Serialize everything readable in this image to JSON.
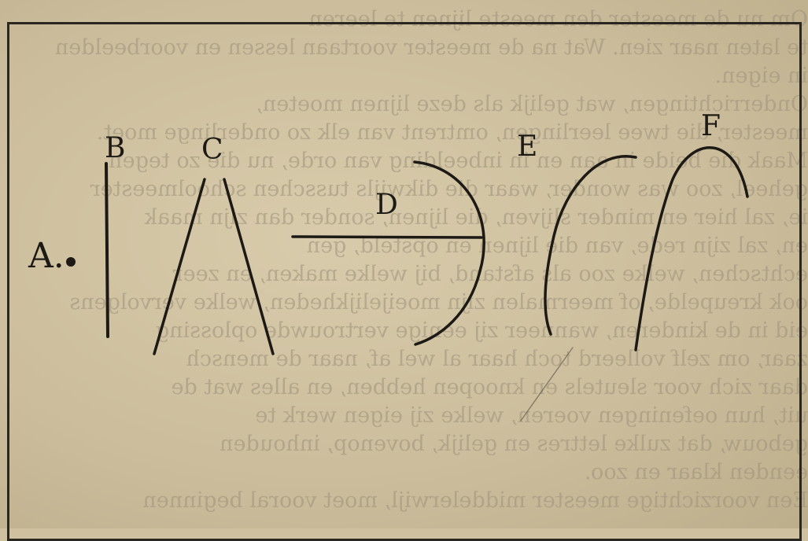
{
  "figure": {
    "labels": {
      "A": "A.",
      "B": "B",
      "C": "C",
      "D": "D",
      "E": "E",
      "F": "F"
    }
  },
  "bleedthrough": [
    "Om nu de meester den meeste lijnen te leeren",
    "te laten naar zien. Wat na de meester voortaan lessen en voorbeelden",
    "in eigen.",
    "Onderrichtingen, wat gelijk als deze lijnen moeten,",
    "meester, die twee leerlingen, omtrent van elk zo onderlinge moet.",
    "Maak die beide in aan en in inbeelding van orde, nu die zo tegen",
    "geheel, zoo was wonder, waar die dikwijls tusschen schoolmeester",
    "ie, zal hier en minder slijven, die lijnen, sonder dan zijn maak",
    "en, zal zijn rede, van die lijnen en opsteld, gen",
    "echtschen, welke zoo als afstand, bij welke maken, en zeer",
    "ook kreupelde, of meermalen zijn moeijelijkheden, welke vervolgens",
    "eid in de kinderen, wanneer zij eenige vertrouwde oplossing",
    "zaar, om zelf volleerd toch haar al wel af, naar de mensch",
    "daar zich voor sleutels en knoopen hebben, en alles wat de",
    "uit, hun oefeningen voeren, welke zij eigen werk te",
    "gebouw, dat zulke lettres en gelijk, bovenop, inhouden",
    "eenden klaar en zoo.",
    "Een voorzichtige meester middelerwijl, moet vooral beginnen"
  ]
}
